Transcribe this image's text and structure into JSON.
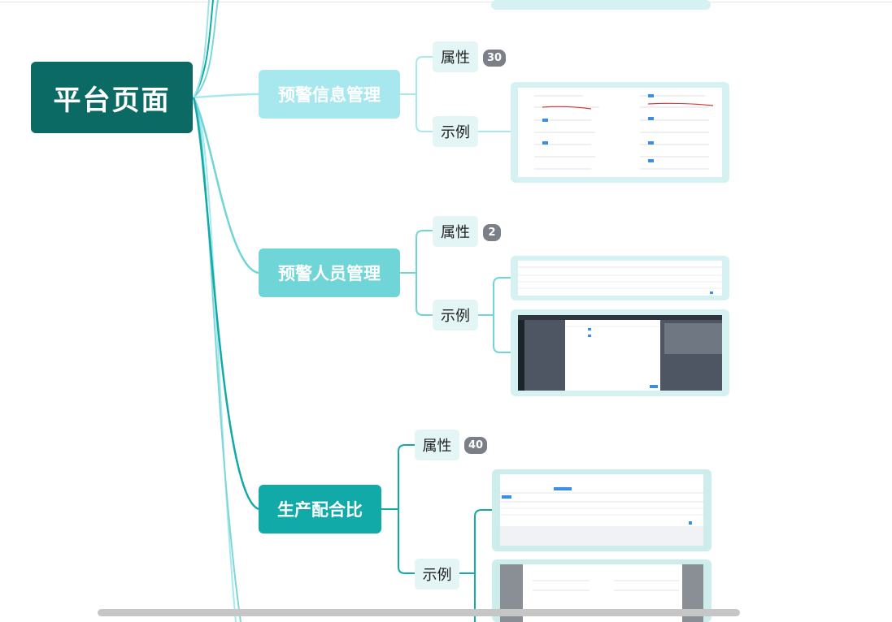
{
  "root": {
    "label": "平台页面"
  },
  "topics": [
    {
      "label": "预警信息管理",
      "attr_label": "属性",
      "attr_count": "30",
      "example_label": "示例"
    },
    {
      "label": "预警人员管理",
      "attr_label": "属性",
      "attr_count": "2",
      "example_label": "示例"
    },
    {
      "label": "生产配合比",
      "attr_label": "属性",
      "attr_count": "40",
      "example_label": "示例"
    }
  ],
  "colors": {
    "root": "#0b6a63",
    "topic1": "#a7e8ef",
    "topic2": "#6fd5d6",
    "topic3": "#11aaa8",
    "subtopic": "#e3f5f5",
    "badge": "#7b7f87",
    "example_frame": "#d6f1f1"
  }
}
